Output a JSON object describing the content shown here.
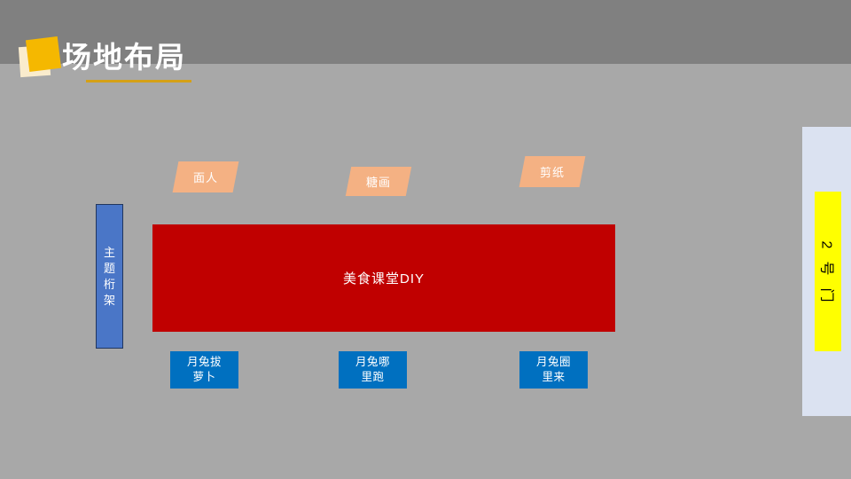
{
  "slide": {
    "title": "场地布局",
    "background": {
      "top_band_color": "#808080",
      "bottom_band_color": "#a8a8a8"
    },
    "accent_colors": {
      "logo_front": "#f5b800",
      "logo_back": "#faeccd",
      "title_underline": "#d4a017",
      "booth": "#f4b183",
      "truss": "#4a76c7",
      "stage": "#c00000",
      "activity": "#0070c0",
      "gate_panel": "#dbe2f1",
      "gate_strip": "#ffff00"
    }
  },
  "booths": [
    {
      "label": "面人"
    },
    {
      "label": "糖画"
    },
    {
      "label": "剪纸"
    }
  ],
  "truss": {
    "label": "主题桁架"
  },
  "stage": {
    "label": "美食课堂DIY"
  },
  "activities": [
    {
      "line1": "月兔拔",
      "line2": "萝卜"
    },
    {
      "line1": "月兔哪",
      "line2": "里跑"
    },
    {
      "line1": "月兔圈",
      "line2": "里来"
    }
  ],
  "gate": {
    "label": "2号门"
  }
}
